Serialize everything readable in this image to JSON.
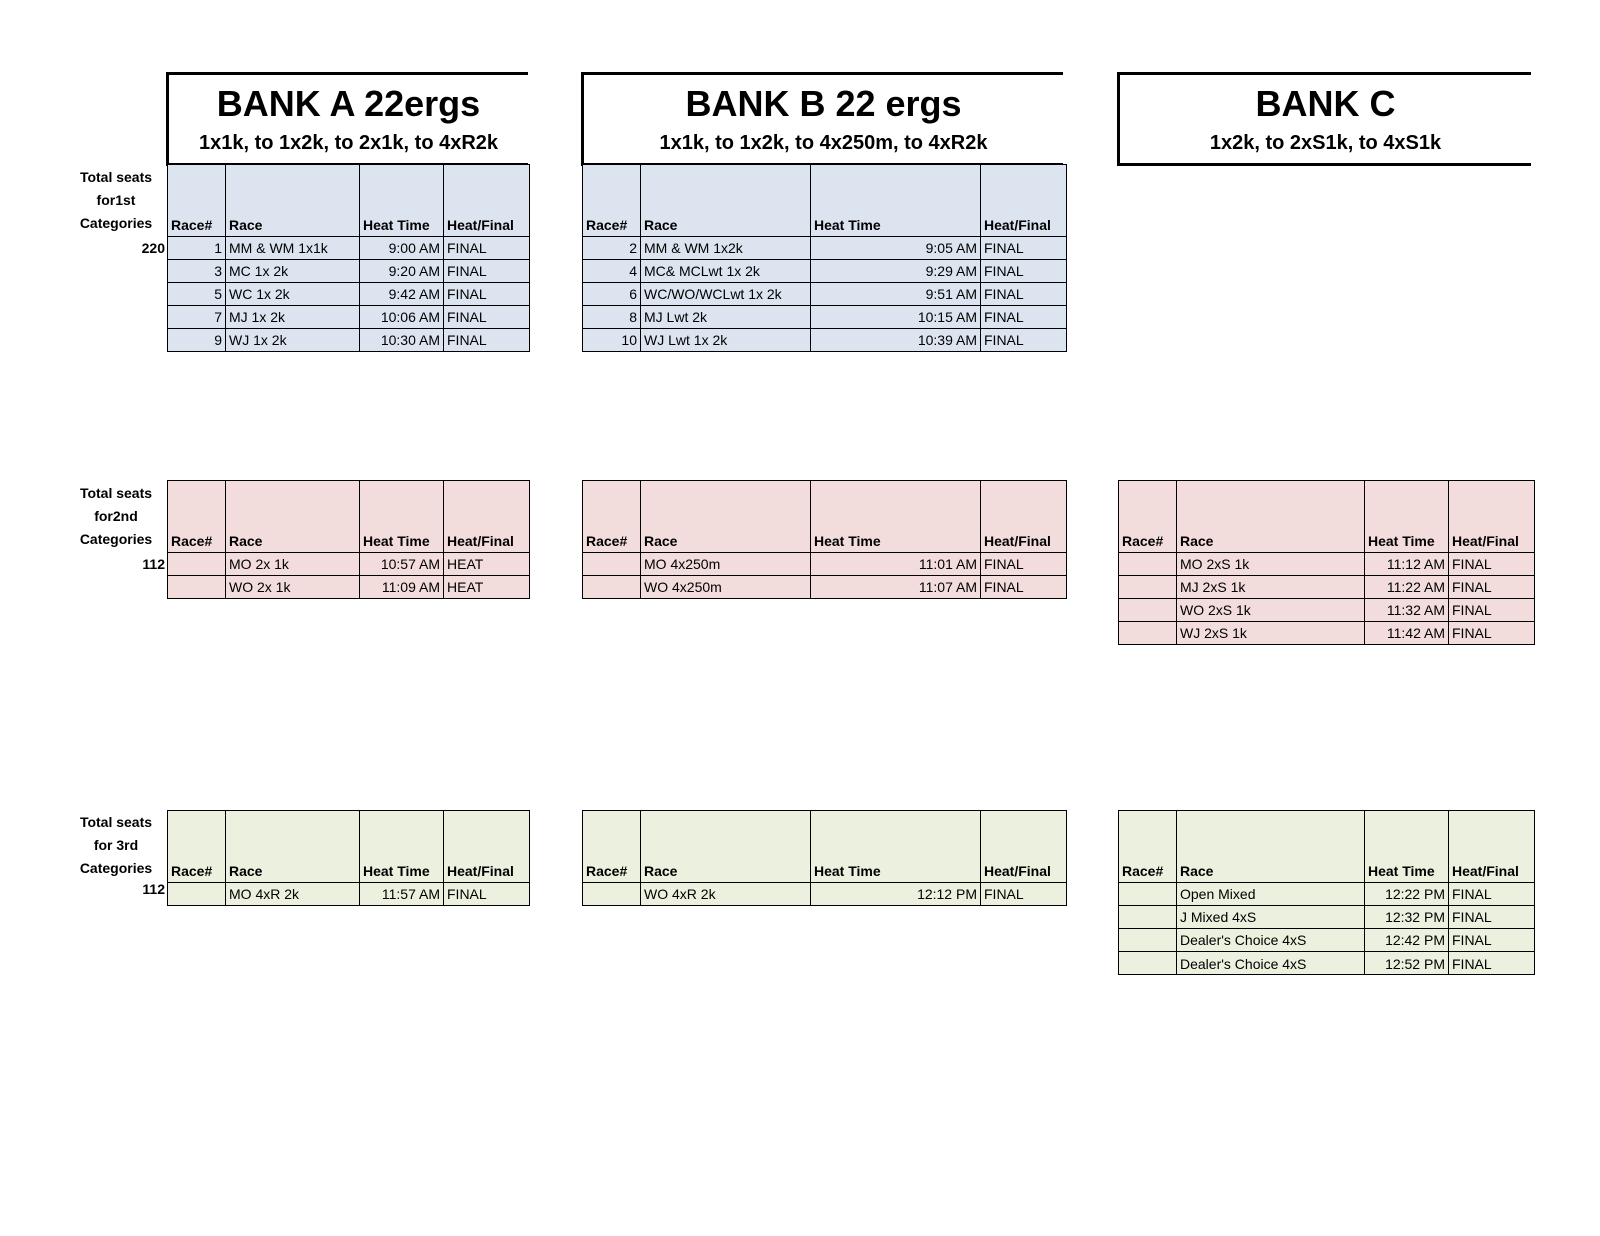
{
  "banks": [
    {
      "title": "BANK A 22ergs",
      "subtitle": "1x1k, to 1x2k, to 2x1k, to 4xR2k"
    },
    {
      "title": "BANK B 22 ergs",
      "subtitle": "1x1k, to 1x2k, to 4x250m, to 4xR2k"
    },
    {
      "title": "BANK C",
      "subtitle": "1x2k, to 2xS1k, to 4xS1k"
    }
  ],
  "columns": {
    "race_no": "Race#",
    "race": "Race",
    "heat_time": "Heat Time",
    "heat_final": "Heat/Final"
  },
  "sections": [
    {
      "label": [
        "Total seats",
        "for1st",
        "Categories"
      ],
      "total": "220",
      "color": "#dce4f0",
      "tables": {
        "a": [
          [
            "1",
            "MM & WM 1x1k",
            "9:00 AM",
            "FINAL"
          ],
          [
            "3",
            "MC 1x 2k",
            "9:20 AM",
            "FINAL"
          ],
          [
            "5",
            "WC 1x 2k",
            "9:42 AM",
            "FINAL"
          ],
          [
            "7",
            "MJ 1x 2k",
            "10:06 AM",
            "FINAL"
          ],
          [
            "9",
            "WJ 1x 2k",
            "10:30 AM",
            "FINAL"
          ]
        ],
        "b": [
          [
            "2",
            "MM & WM 1x2k",
            "9:05 AM",
            "FINAL"
          ],
          [
            "4",
            "MC& MCLwt 1x 2k",
            "9:29 AM",
            "FINAL"
          ],
          [
            "6",
            "WC/WO/WCLwt 1x 2k",
            "9:51 AM",
            "FINAL"
          ],
          [
            "8",
            "MJ Lwt  2k",
            "10:15 AM",
            "FINAL"
          ],
          [
            "10",
            "WJ Lwt 1x 2k",
            "10:39 AM",
            "FINAL"
          ]
        ]
      }
    },
    {
      "label": [
        "Total seats",
        "for2nd",
        "Categories"
      ],
      "total": "112",
      "color": "#f2dcdc",
      "tables": {
        "a": [
          [
            "",
            "MO 2x 1k",
            "10:57 AM",
            "HEAT"
          ],
          [
            "",
            "WO 2x 1k",
            "11:09 AM",
            "HEAT"
          ]
        ],
        "b": [
          [
            "",
            "MO 4x250m",
            "11:01 AM",
            "FINAL"
          ],
          [
            "",
            "WO 4x250m",
            "11:07 AM",
            "FINAL"
          ]
        ],
        "c": [
          [
            "",
            "MO 2xS 1k",
            "11:12 AM",
            "FINAL"
          ],
          [
            "",
            "MJ 2xS 1k",
            "11:22 AM",
            "FINAL"
          ],
          [
            "",
            "WO 2xS 1k",
            "11:32 AM",
            "FINAL"
          ],
          [
            "",
            "WJ 2xS 1k",
            "11:42 AM",
            "FINAL"
          ]
        ]
      }
    },
    {
      "label": [
        "Total seats",
        "for 3rd",
        "Categories"
      ],
      "total": "112",
      "color": "#ebf1de",
      "tables": {
        "a": [
          [
            "",
            "MO 4xR 2k",
            "11:57 AM",
            "FINAL"
          ]
        ],
        "b": [
          [
            "",
            "WO 4xR 2k",
            "12:12 PM",
            "FINAL"
          ]
        ],
        "c": [
          [
            "",
            "Open Mixed",
            "12:22 PM",
            "FINAL"
          ],
          [
            "",
            "J Mixed 4xS",
            "12:32 PM",
            "FINAL"
          ],
          [
            "",
            "Dealer's Choice 4xS",
            "12:42 PM",
            "FINAL"
          ],
          [
            "",
            "Dealer's Choice 4xS",
            "12:52 PM",
            "FINAL"
          ]
        ]
      }
    }
  ]
}
